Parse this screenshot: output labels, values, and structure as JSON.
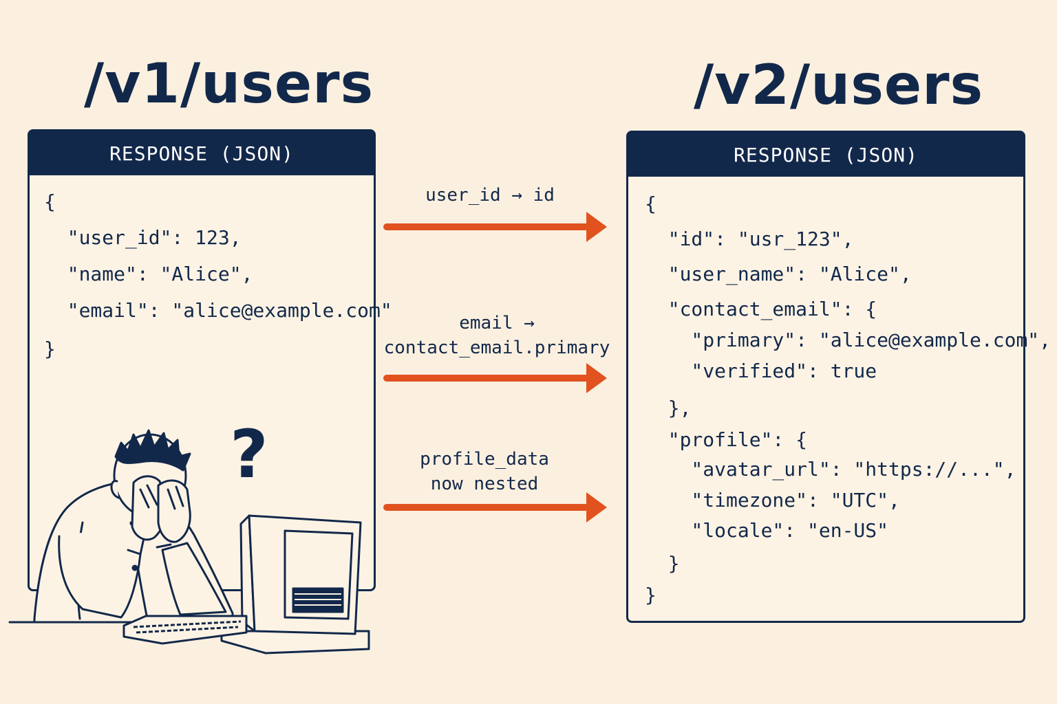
{
  "titles": {
    "v1": "/v1/users",
    "v2": "/v2/users"
  },
  "panels": {
    "v1": {
      "header": "RESPONSE (JSON)",
      "lines": [
        "{",
        "  \"user_id\": 123,",
        "  \"name\": \"Alice\",",
        "  \"email\": \"alice@example.com\"",
        "}"
      ]
    },
    "v2": {
      "header": "RESPONSE (JSON)",
      "lines": [
        "{",
        "  \"id\": \"usr_123\",",
        "  \"user_name\": \"Alice\",",
        "  \"contact_email\": {",
        "    \"primary\": \"alice@example.com\",",
        "    \"verified\": true",
        "  },",
        "  \"profile\": {",
        "    \"avatar_url\": \"https://...\",",
        "    \"timezone\": \"UTC\",",
        "    \"locale\": \"en-US\"",
        "  }",
        "}"
      ]
    }
  },
  "arrows": [
    {
      "label_lines": [
        "user_id → id"
      ]
    },
    {
      "label_lines": [
        "email →",
        "contact_email.primary"
      ]
    },
    {
      "label_lines": [
        "profile_data",
        "now nested"
      ]
    }
  ],
  "colors": {
    "navy": "#12284b",
    "arrow": "#e1521f",
    "background": "#fbf0df"
  },
  "illustration": {
    "question_mark": "?"
  }
}
